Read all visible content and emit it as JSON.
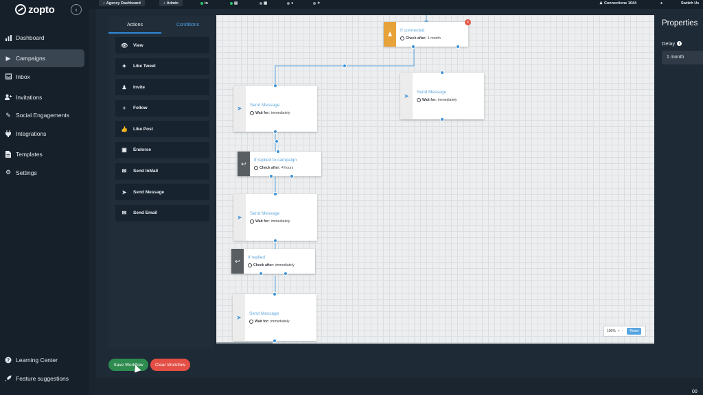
{
  "app": {
    "logo": "zopto"
  },
  "topbar": {
    "agency_dashboard": "Agency Dashboard",
    "admin": "Admin",
    "connections": "Connections 1044",
    "switch_user": "Switch Us"
  },
  "sidebar": {
    "items": [
      {
        "label": "Dashboard",
        "icon": "chart-icon"
      },
      {
        "label": "Campaigns",
        "icon": "play-icon"
      },
      {
        "label": "Inbox",
        "icon": "inbox-icon"
      },
      {
        "label": "Invitations",
        "icon": "user-plus-icon"
      },
      {
        "label": "Social Engagements",
        "icon": "edit-icon"
      },
      {
        "label": "Integrations",
        "icon": "plug-icon"
      },
      {
        "label": "Templates",
        "icon": "document-icon"
      },
      {
        "label": "Settings",
        "icon": "gear-icon"
      }
    ],
    "bottom": [
      {
        "label": "Learning Center",
        "icon": "help-icon"
      },
      {
        "label": "Feature suggestions",
        "icon": "rocket-icon"
      }
    ]
  },
  "panel": {
    "tabs": [
      "Actions",
      "Conditions"
    ],
    "actions": [
      "View",
      "Like Tweet",
      "Invite",
      "Follow",
      "Like Post",
      "Endorse",
      "Send InMail",
      "Send Message",
      "Send Email"
    ]
  },
  "nodes": {
    "if_connected": {
      "title": "If connected",
      "label": "Check after:",
      "value": "1 month"
    },
    "msg_right": {
      "title": "Send Message",
      "label": "Wait for:",
      "value": "immediately"
    },
    "msg1": {
      "title": "Send Message",
      "label": "Wait for:",
      "value": "immediately"
    },
    "if_replied_campaign": {
      "title": "If replied to campaign",
      "label": "Check after:",
      "value": "4 hours"
    },
    "msg2": {
      "title": "Send Message",
      "label": "Wait for:",
      "value": "immediately"
    },
    "if_replied": {
      "title": "If replied",
      "label": "Check after:",
      "value": "immediately"
    },
    "msg3": {
      "title": "Send Message",
      "label": "Wait for:",
      "value": "immediately"
    }
  },
  "zoom": {
    "level": "100%",
    "plus": "+",
    "minus": "-",
    "reset": "Reset"
  },
  "properties": {
    "title": "Properties",
    "delay_label": "Delay",
    "delay_value": "1 month"
  },
  "footer": {
    "save": "Save Workflow",
    "clear": "Clear Workflow"
  },
  "corner": {
    "text": "00"
  },
  "colors": {
    "accent": "#2f88d9",
    "save": "#2e8b4f",
    "clear": "#e44e45",
    "condition": "#e8a23a"
  }
}
